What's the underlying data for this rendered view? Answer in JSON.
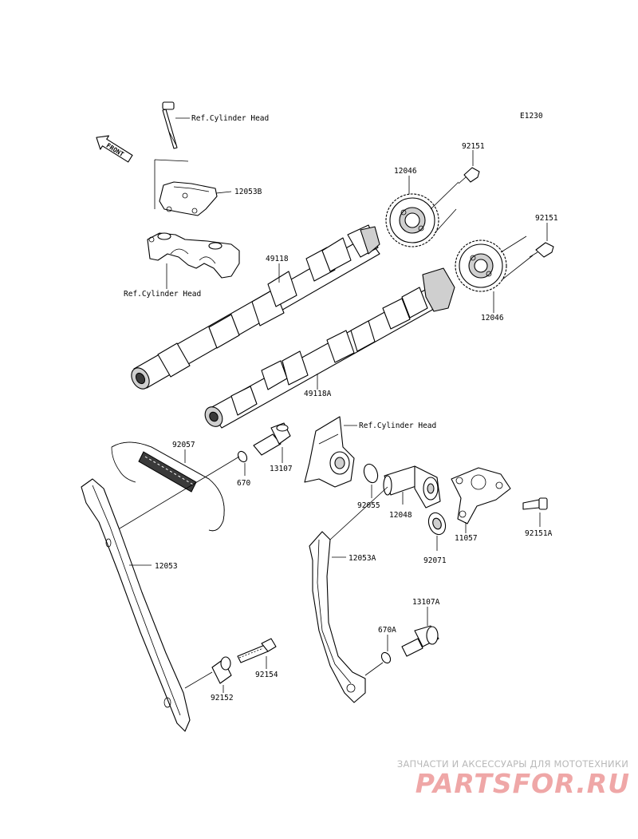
{
  "diagram": {
    "code": "E1230",
    "front_label": "FRONT",
    "refs": {
      "ref_cyl_head_top": "Ref.Cylinder Head",
      "ref_cyl_head_left": "Ref.Cylinder Head",
      "ref_cyl_head_mid": "Ref.Cylinder Head"
    },
    "parts": {
      "p92151_a": "92151",
      "p92151_b": "92151",
      "p12046_a": "12046",
      "p12046_b": "12046",
      "p12053B": "12053B",
      "p49118": "49118",
      "p49118A": "49118A",
      "p92057": "92057",
      "p670": "670",
      "p13107": "13107",
      "p92055": "92055",
      "p12048": "12048",
      "p11057": "11057",
      "p92151A": "92151A",
      "p92071": "92071",
      "p12053": "12053",
      "p12053A": "12053A",
      "p13107A": "13107A",
      "p670A": "670A",
      "p92154": "92154",
      "p92152": "92152"
    }
  },
  "watermark": {
    "tagline": "ЗАПЧАСТИ И АКСЕССУАРЫ ДЛЯ МОТОТЕХНИКИ",
    "logo": "PARTSFOR.RU"
  },
  "colors": {
    "line": "#000000",
    "watermark_gray": "#b9b9b9",
    "watermark_red": "#efa7a7"
  }
}
